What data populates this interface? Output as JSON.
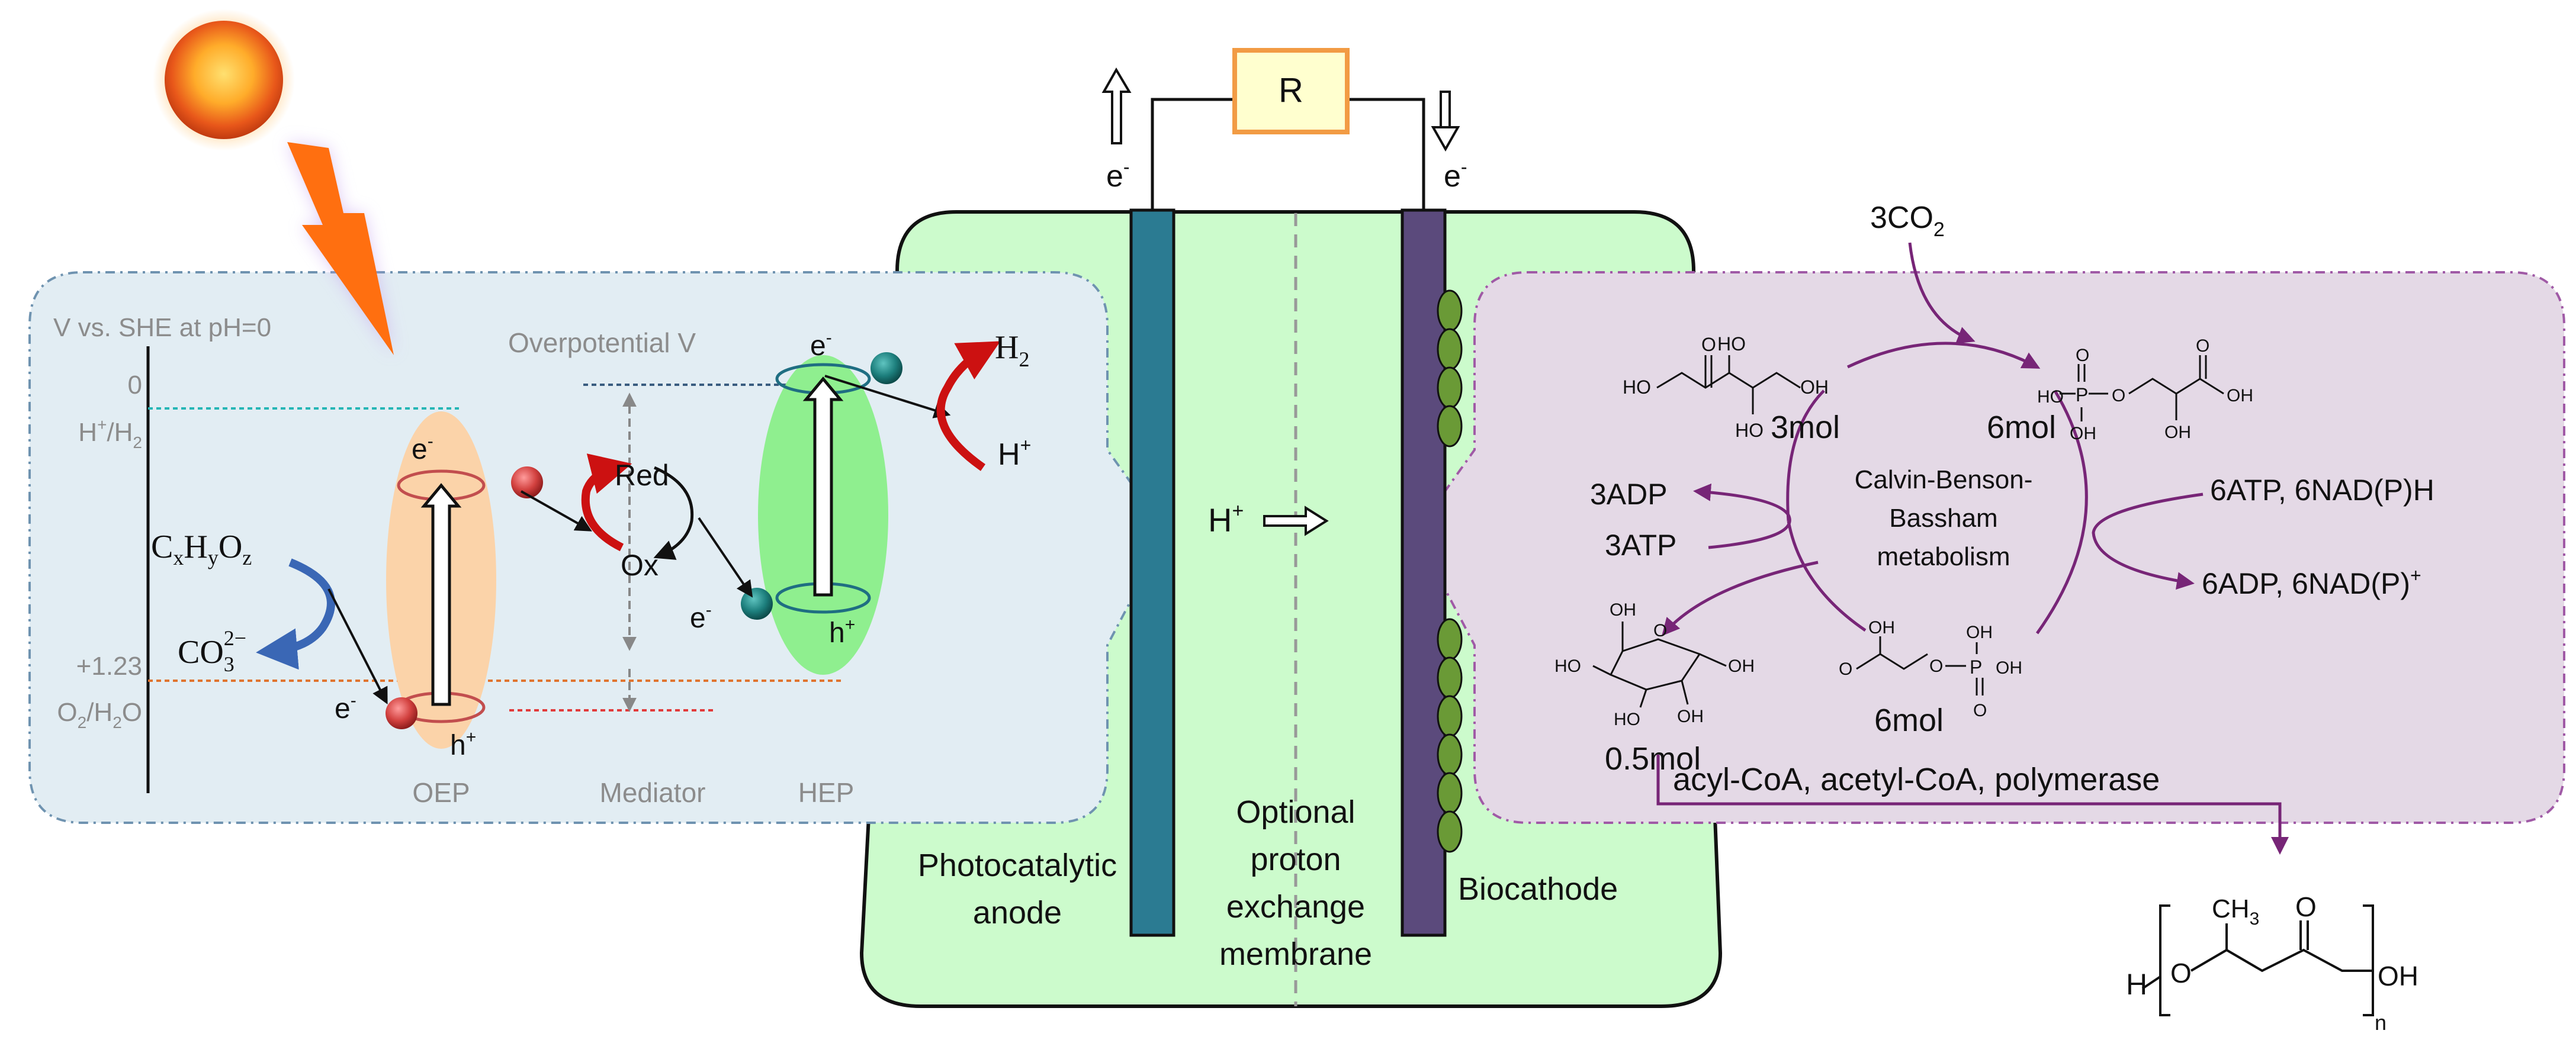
{
  "colors": {
    "cell_fill": "#ccfbcc",
    "left_panel_fill": "#e2edf3",
    "right_panel_fill": "#e4d9e6",
    "anode_electrode": "#2b7b92",
    "cathode_electrode": "#5b4a7c",
    "resistor_fill": "#ffffcf",
    "resistor_stroke": "#f29b44",
    "oep_ellipse": "#fbd3a9",
    "hep_ellipse": "#8fef8f",
    "purple_arrow": "#772577",
    "level_h2": "#26b6b6",
    "level_o2": "#e0742f",
    "level_red": "#e23b3b",
    "ox_red_arc": "#cc1111",
    "biofilm": "#6a9a36"
  },
  "icons": {
    "sun": "sun-icon",
    "lightning": "lightning-bolt-icon",
    "electron_up": "hollow-arrow-up-icon",
    "electron_down": "hollow-arrow-down-icon",
    "proton_flow": "hollow-arrow-right-icon"
  },
  "circuit": {
    "resistor_label": "R",
    "left_electron": "e",
    "right_electron": "e",
    "minus": "-"
  },
  "cell": {
    "anode_label_line1": "Photocatalytic",
    "anode_label_line2": "anode",
    "membrane_line1": "Optional",
    "membrane_line2": "proton",
    "membrane_line3": "exchange",
    "membrane_line4": "membrane",
    "cathode_label": "Biocathode",
    "proton": "H",
    "plus": "+"
  },
  "left_panel": {
    "axis_title": "V vs. SHE at pH=0",
    "tick_0": "0",
    "h_couple": "H",
    "h_couple_tail": "/H",
    "h_couple_sub": "2",
    "tick_123": "+1.23",
    "o_couple": "O",
    "o_couple_mid": "/H",
    "o_couple_tail": "O",
    "two": "2",
    "overpotential": "Overpotential V",
    "oep": "OEP",
    "mediator": "Mediator",
    "hep": "HEP",
    "red": "Red",
    "ox": "Ox",
    "electron": "e",
    "hole": "h",
    "minus": "-",
    "plus": "+",
    "h2": "H",
    "h2_sub": "2",
    "h_plus": "H",
    "donor_c": "C",
    "donor_x": "x",
    "donor_h": "H",
    "donor_y": "y",
    "donor_o": "O",
    "donor_z": "z",
    "carbonate": "CO",
    "carbonate_sub": "3",
    "carbonate_sup": "2−"
  },
  "right_panel": {
    "co2_coef": "3CO",
    "co2_sub": "2",
    "mol_3": "3mol",
    "mol_6_top": "6mol",
    "cycle_line1": "Calvin-Benson-",
    "cycle_line2": "Bassham",
    "cycle_line3": "metabolism",
    "adp_3": "3ADP",
    "atp_3": "3ATP",
    "inputs": "6ATP, 6NAD(P)H",
    "outputs": "6ADP, 6NAD(P)",
    "outputs_sup": "+",
    "mol_05": "0.5mol",
    "mol_6_bottom": "6mol",
    "enzymes": "acyl-CoA, acetyl-CoA, polymerase",
    "atoms": {
      "ho": "HO",
      "oh": "OH",
      "o": "O",
      "p": "P",
      "h": "H"
    }
  },
  "polymer": {
    "h": "H",
    "o": "O",
    "ch3": "CH",
    "ch3_sub": "3",
    "carbonyl_o": "O",
    "oh": "OH",
    "n": "n"
  }
}
